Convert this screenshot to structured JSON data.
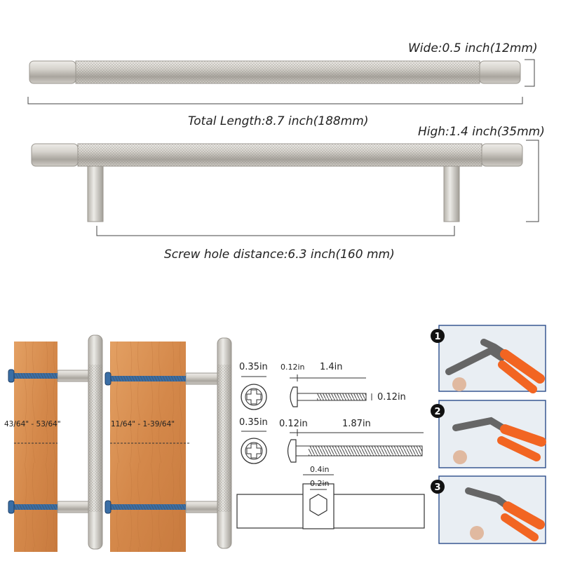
{
  "dimensions": {
    "wide": "Wide:0.5 inch(12mm)",
    "total_length": "Total Length:8.7 inch(188mm)",
    "high": "High:1.4 inch(35mm)",
    "screw_hole_distance": "Screw hole distance:6.3 inch(160 mm)"
  },
  "installation": {
    "thickness_range_1": "43/64\" - 53/64\"",
    "thickness_range_2": "11/64\" - 1-39/64\""
  },
  "screws": {
    "short": {
      "head_diameter": "0.35in",
      "head_height": "0.12in",
      "length": "1.4in",
      "thread_diameter": "0.12in"
    },
    "long": {
      "head_diameter": "0.35in",
      "head_height": "0.12in",
      "length": "1.87in"
    },
    "hex": {
      "outer": "0.4in",
      "inner": "0.2in"
    }
  },
  "steps": [
    "1",
    "2",
    "3"
  ],
  "colors": {
    "nickel": "#c9c6c0",
    "wood": "#d98e4a",
    "pliers_orange": "#f26522",
    "screw_blue": "#3a6ea5"
  }
}
